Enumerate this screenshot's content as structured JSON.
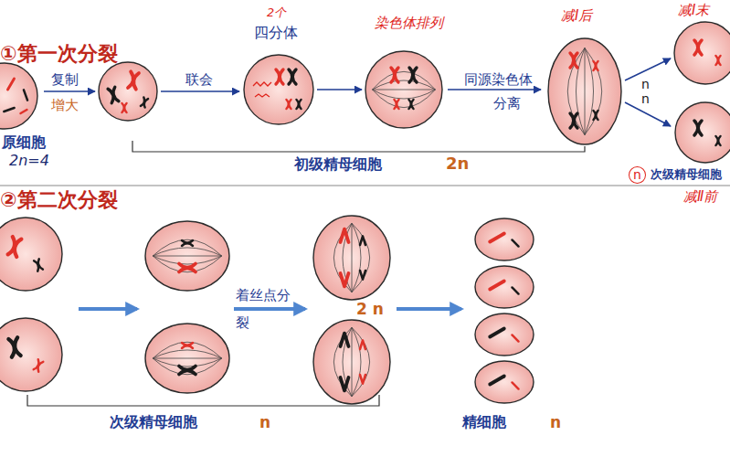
{
  "diagram": {
    "labels": [
      "①第一次分裂",
      "复制",
      "增大",
      "原细胞",
      "2n=4",
      "联会",
      "2个",
      "四分体",
      "染色体排列",
      "减Ⅰ后",
      "同源染色体",
      "分离",
      "初级精母细胞",
      "2n",
      "减Ⅰ末",
      "n",
      "n",
      "n",
      "次级精母细胞",
      "减Ⅱ前",
      "②第二次分裂",
      "着丝点分裂",
      "2 n",
      "次级精母细胞",
      "n",
      "精细胞",
      "n"
    ]
  }
}
